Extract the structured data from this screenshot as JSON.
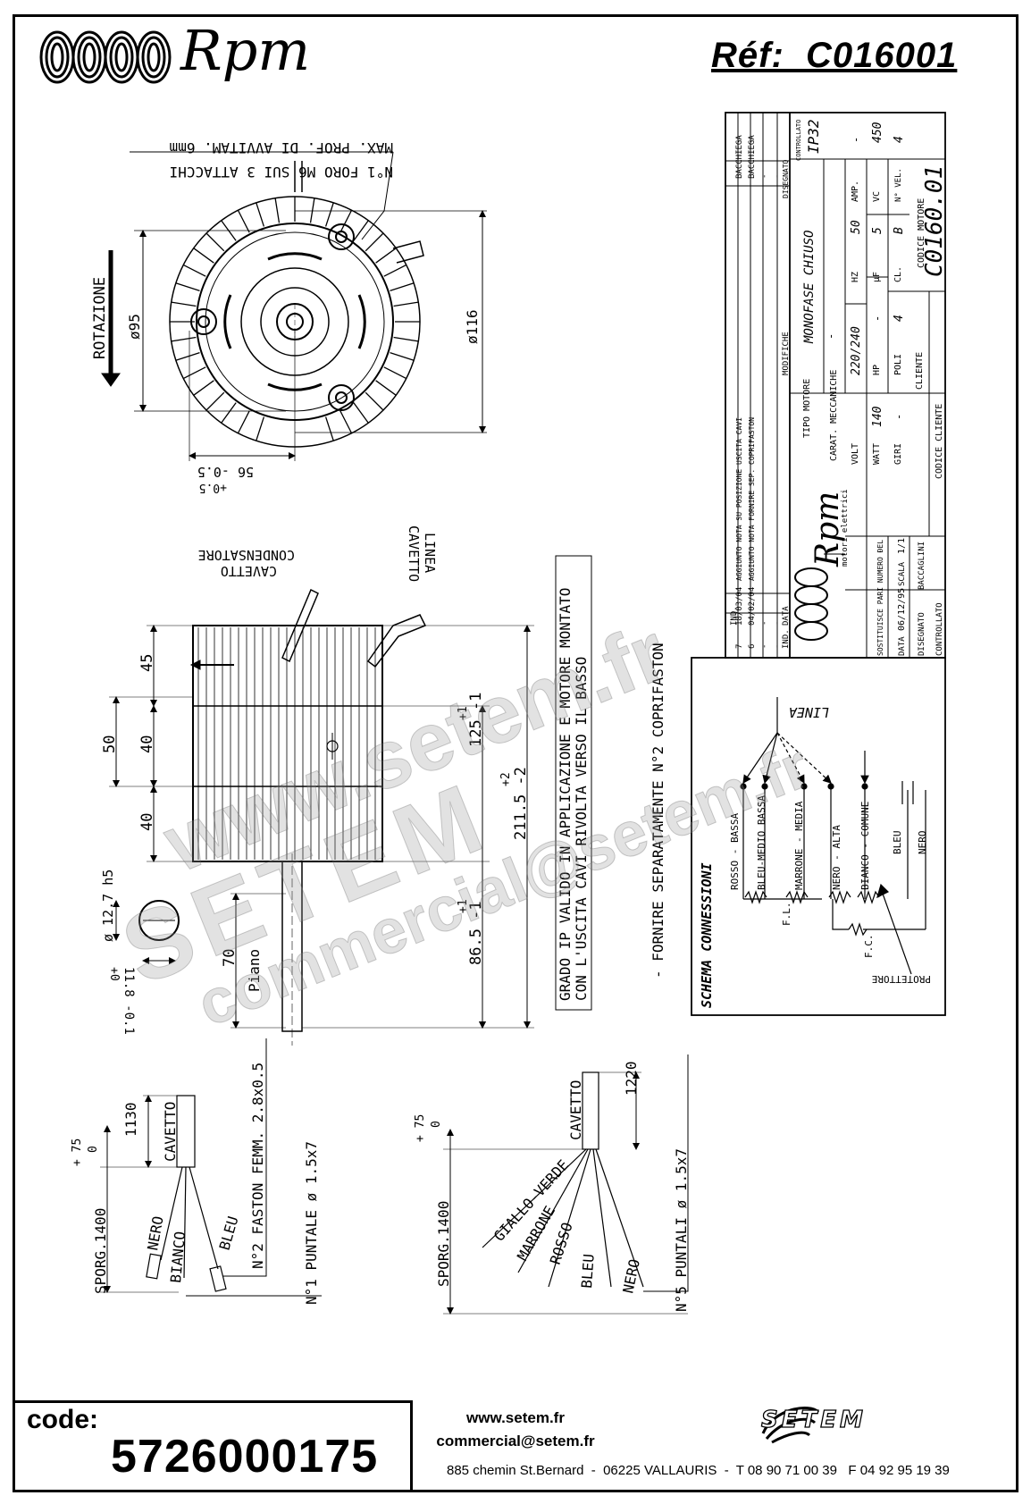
{
  "header": {
    "brand": "Rpm",
    "reference": "Réf:  C016001"
  },
  "motor_front_view": {
    "note_line1": "N°1 FORO M6 SUI 3 ATTACCHI",
    "note_line2": "MAX. PROF. DI AVVITAM. 6mm",
    "rotation_label": "ROTAZIONE",
    "dim_diameter_95": "ø95",
    "dim_diameter_116": "ø116",
    "dim_56": "56 -0.5",
    "dim_56_tol": "+0.5"
  },
  "motor_side_view": {
    "cable_capacitor": "CAVETTO CONDENSATORE",
    "cable_line": "CAVETTO LINEA",
    "dim_45": "45",
    "dim_40_top": "40",
    "dim_50": "50",
    "dim_40_bottom": "40",
    "dim_125": "125 -1",
    "dim_125_tol": "+1",
    "dim_211": "211.5 -2",
    "dim_211_tol": "+2",
    "dim_86": "86.5 -1",
    "dim_86_tol": "+1",
    "dim_12_7": "ø 12.7 h5",
    "dim_11_8": "11.8 -0.1",
    "dim_11_8_tol": "+0",
    "dim_70": "70",
    "piano_label": "Piano"
  },
  "notes": {
    "ip_line1": "GRADO IP VALIDO IN APPLICAZIONE E MOTORE MONTATO",
    "ip_line2": "CON L'USCITA CAVI RIVOLTA VERSO IL BASSO",
    "supply_note": "- FORNIRE SEPARATAMENTE N°2 COPRIFASTON"
  },
  "title_block": {
    "rev_rows": [
      {
        "ind": "7",
        "date": "18/03/04",
        "modifiche": "AGGIUNTO NOTA SU POSIZIONE USCITA CAVI",
        "disegnato": "BACCHIEGA"
      },
      {
        "ind": "6",
        "date": "04/02/04",
        "modifiche": "AGGIUNTO NOTA FORNIRE SEP. COPRIFASTON",
        "disegnato": "BACCHIEGA"
      },
      {
        "ind": "-",
        "date": "-",
        "modifiche": "",
        "disegnato": "-"
      },
      {
        "ind": "-",
        "date": "-",
        "modifiche": "",
        "disegnato": "-"
      }
    ],
    "header_ind": "IND.",
    "header_data": "DATA",
    "header_modifiche": "MODIFICHE",
    "header_disegnato": "DISEGNATO",
    "header_controllato": "CONTROLLATO",
    "brand_name": "Rpm",
    "brand_sub": "motori elettrici",
    "tipo_motore_label": "TIPO MOTORE",
    "tipo_motore": "MONOFASE CHIUSO",
    "ip": "IP32",
    "carat_label": "CARAT. MECCANICHE",
    "carat_value": "-",
    "volt_label": "VOLT",
    "volt": "220/240",
    "hz_label": "HZ",
    "hz": "50",
    "amp_label": "AMP.",
    "amp": "-",
    "watt_label": "WATT",
    "watt": "140",
    "hp_label": "HP",
    "hp": "-",
    "uf_label": "µF",
    "uf": "5",
    "vc_label": "VC",
    "vc": "450",
    "giri_label": "GIRI",
    "giri": "-",
    "poli_label": "POLI",
    "poli": "4",
    "cl_label": "CL.",
    "cl": "B",
    "vel_label": "N° VEL.",
    "vel": "4",
    "sostituisce_label": "SOSTITUISCE PARI NUMERO DEL",
    "sostituisce": "-",
    "cliente_label": "CLIENTE",
    "codice_motore_label": "CODICE MOTORE",
    "codice_motore": "C0160.01",
    "data_label": "DATA",
    "data": "06/12/95",
    "scala_label": "SCALA",
    "scala": "1/1",
    "disegnato_label": "DISEGNATO",
    "disegnato": "BACCAGLINI",
    "controllato_label": "CONTROLLATO",
    "codice_cliente_label": "CODICE CLIENTE"
  },
  "schema": {
    "title": "SCHEMA CONNESSIONI",
    "linea": "LINEA",
    "wires": [
      "ROSSO - BASSA",
      "BLEU-MEDIO BASSA",
      "MARRONE - MEDIA",
      "NERO - ALTA",
      "BIANCO - COMUNE",
      "BLEU",
      "NERO"
    ],
    "fl": "F.L.",
    "fc": "F.C.",
    "protettore": "PROTETTORE"
  },
  "cable_left": {
    "sporg": "SPORG.1400",
    "sporg_tol_plus": "+ 75",
    "sporg_tol_minus": "0",
    "length": "1130",
    "cavetto": "CAVETTO",
    "wires": [
      "NERO",
      "BIANCO",
      "BLEU"
    ],
    "faston": "N°2 FASTON FEMM. 2.8x0.5",
    "puntale": "N°1 PUNTALE ø 1.5x7"
  },
  "cable_right": {
    "sporg": "SPORG.1400",
    "sporg_tol_plus": "+ 75",
    "sporg_tol_minus": "0",
    "length": "1220",
    "cavetto": "CAVETTO",
    "wires": [
      "GIALLO-VERDE",
      "MARRONE",
      "ROSSO",
      "BLEU",
      "NERO"
    ],
    "puntali": "N°5 PUNTALI ø 1.5x7"
  },
  "watermark": {
    "line1": "www.setem.fr",
    "line2": "SETEM",
    "line3": "commercial@setem.fr"
  },
  "footer": {
    "code_label": "code:",
    "code_value": "5726000175",
    "web": "www.setem.fr",
    "email": "commercial@setem.fr",
    "address": "885 chemin St.Bernard  -  06225 VALLAURIS  -  T 08 90 71 00 39   F 04 92 95 19 39",
    "setem_logo": "SETEM"
  }
}
